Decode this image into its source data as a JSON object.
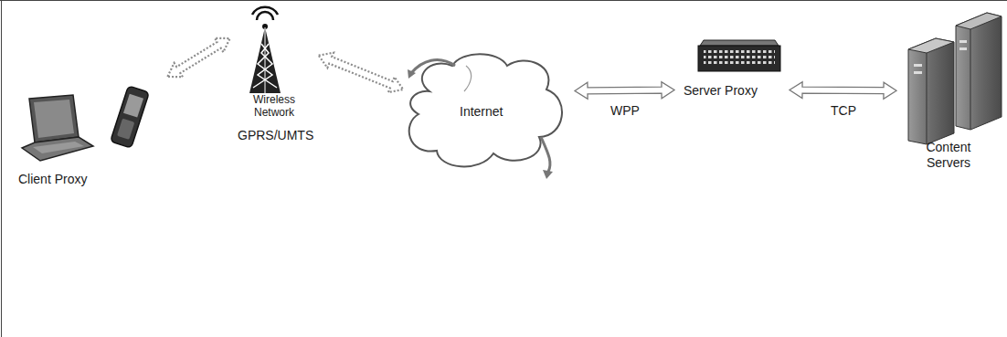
{
  "diagram": {
    "nodes": [
      {
        "text": [
          "Client Proxy"
        ]
      },
      {
        "text": [
          "Wireless Network"
        ]
      },
      {
        "text": [
          "Internet"
        ]
      },
      {
        "text": [
          "Server Proxy"
        ]
      },
      {
        "text": [
          "Content Servers"
        ]
      }
    ],
    "edges": [
      {
        "from": 0,
        "to": 1,
        "arrow": "both"
      },
      {
        "from": 1,
        "to": 2,
        "arrow": "both"
      },
      {
        "from": 2,
        "to": 3,
        "label": "WPP",
        "arrow": "both"
      },
      {
        "from": 3,
        "to": 4,
        "label": "TCP",
        "arrow": "both"
      }
    ],
    "labels": [
      "GPRS/UMTS"
    ]
  }
}
